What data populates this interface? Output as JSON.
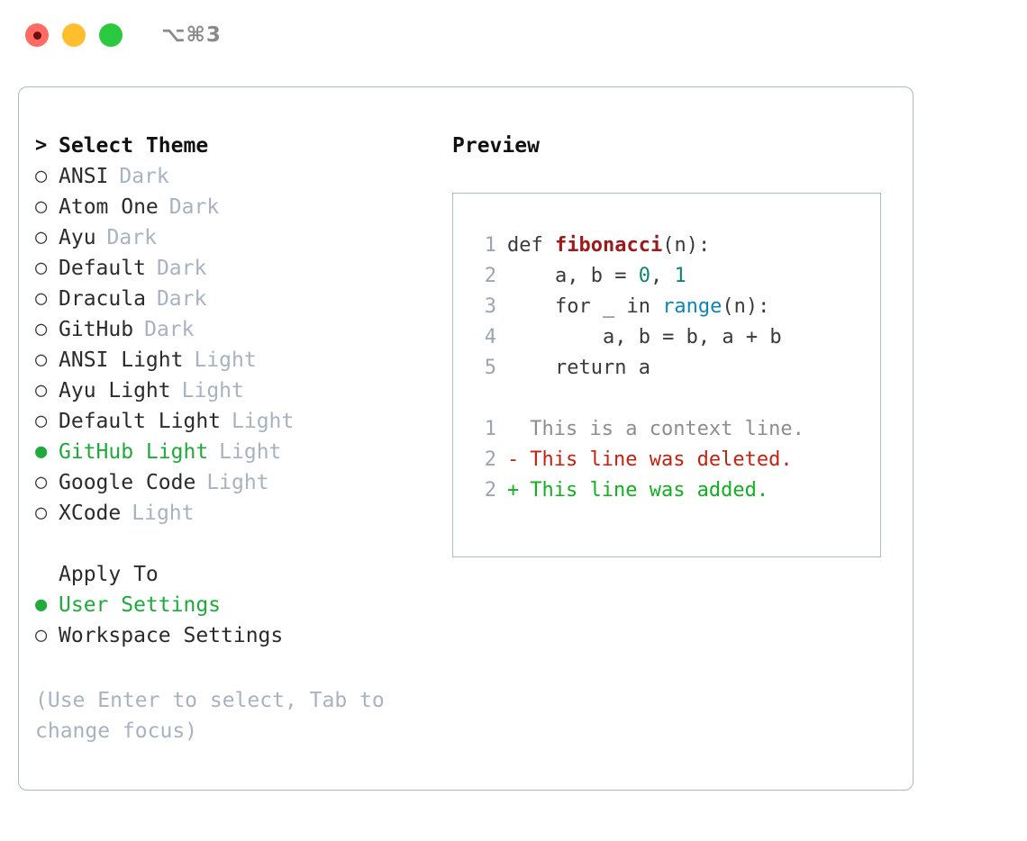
{
  "titlebar": {
    "shortcut": "⌥⌘3",
    "buttons": [
      {
        "name": "close",
        "color": "#ff6b63"
      },
      {
        "name": "minimize",
        "color": "#ffbe2e"
      },
      {
        "name": "zoom",
        "color": "#2bc93f"
      }
    ]
  },
  "colors": {
    "accent_green": "#1faa3c",
    "muted": "#a8b2c1",
    "border": "#aeb7c4",
    "text": "#2b2b2b"
  },
  "theme_picker": {
    "header_marker": ">",
    "header": "Select Theme",
    "unselected_marker": "○",
    "selected_marker": "●",
    "items": [
      {
        "label": "ANSI",
        "tag": "Dark",
        "selected": false
      },
      {
        "label": "Atom One",
        "tag": "Dark",
        "selected": false
      },
      {
        "label": "Ayu",
        "tag": "Dark",
        "selected": false
      },
      {
        "label": "Default",
        "tag": "Dark",
        "selected": false
      },
      {
        "label": "Dracula",
        "tag": "Dark",
        "selected": false
      },
      {
        "label": "GitHub",
        "tag": "Dark",
        "selected": false
      },
      {
        "label": "ANSI Light",
        "tag": "Light",
        "selected": false
      },
      {
        "label": "Ayu Light",
        "tag": "Light",
        "selected": false
      },
      {
        "label": "Default Light",
        "tag": "Light",
        "selected": false
      },
      {
        "label": "GitHub Light",
        "tag": "Light",
        "selected": true
      },
      {
        "label": "Google Code",
        "tag": "Light",
        "selected": false
      },
      {
        "label": "XCode",
        "tag": "Light",
        "selected": false
      }
    ]
  },
  "apply_to": {
    "header": "Apply To",
    "items": [
      {
        "label": "User Settings",
        "selected": true
      },
      {
        "label": "Workspace Settings",
        "selected": false
      }
    ]
  },
  "hint": "(Use Enter to select, Tab to change focus)",
  "preview": {
    "title": "Preview",
    "code_lines": [
      {
        "number": "1",
        "segments": [
          {
            "text": "def ",
            "kind": "plain"
          },
          {
            "text": "fibonacci",
            "kind": "fn"
          },
          {
            "text": "(n):",
            "kind": "plain"
          }
        ]
      },
      {
        "number": "2",
        "segments": [
          {
            "text": "    a, b = ",
            "kind": "plain"
          },
          {
            "text": "0",
            "kind": "num"
          },
          {
            "text": ", ",
            "kind": "plain"
          },
          {
            "text": "1",
            "kind": "num"
          }
        ]
      },
      {
        "number": "3",
        "segments": [
          {
            "text": "    for _ in ",
            "kind": "plain"
          },
          {
            "text": "range",
            "kind": "call"
          },
          {
            "text": "(n):",
            "kind": "plain"
          }
        ]
      },
      {
        "number": "4",
        "segments": [
          {
            "text": "        a, b = b, a + b",
            "kind": "plain"
          }
        ]
      },
      {
        "number": "5",
        "segments": [
          {
            "text": "    return a",
            "kind": "plain"
          }
        ]
      }
    ],
    "diff_lines": [
      {
        "number": "1",
        "sign": " ",
        "text": "This is a context line.",
        "kind": "context"
      },
      {
        "number": "2",
        "sign": "-",
        "text": "This line was deleted.",
        "kind": "deleted"
      },
      {
        "number": "2",
        "sign": "+",
        "text": "This line was added.",
        "kind": "added"
      }
    ]
  }
}
